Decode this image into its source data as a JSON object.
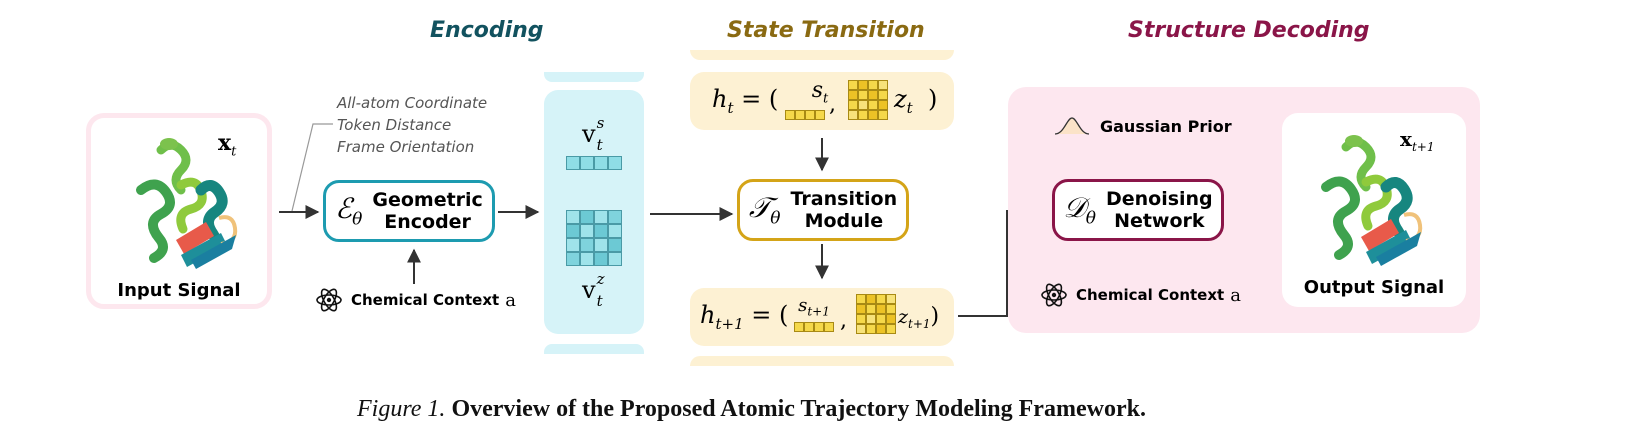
{
  "sections": {
    "encoding": {
      "title": "Encoding",
      "color": "#12525f"
    },
    "transition": {
      "title": "State Transition",
      "color": "#8a6a12"
    },
    "decoding": {
      "title": "Structure Decoding",
      "color": "#8a1548"
    }
  },
  "input": {
    "label": "Input Signal",
    "var": "x",
    "sub": "t"
  },
  "output": {
    "label": "Output Signal",
    "var": "x",
    "sub": "t+1"
  },
  "annotation": {
    "lines": [
      "All-atom Coordinate",
      "Token Distance",
      "Frame Orientation"
    ]
  },
  "encoder": {
    "symbol": "ℰ",
    "sub": "θ",
    "line1": "Geometric",
    "line2": "Encoder",
    "color": "#1d9bb0"
  },
  "context_left": {
    "label": "Chemical Context",
    "var": "a"
  },
  "context_right": {
    "label": "Chemical Context",
    "var": "a"
  },
  "latent": {
    "vs": {
      "base": "v",
      "sup": "s",
      "sub": "t"
    },
    "vz": {
      "base": "v",
      "sup": "z",
      "sub": "t"
    }
  },
  "state_top": {
    "h": "h",
    "h_sub": "t",
    "s": "s",
    "s_sub": "t",
    "z": "z",
    "z_sub": "t"
  },
  "state_bottom": {
    "h": "h",
    "h_sub": "t+1",
    "s": "s",
    "s_sub": "t+1",
    "z": "z",
    "z_sub": "t+1"
  },
  "transition": {
    "symbol": "𝒯",
    "sub": "θ",
    "line1": "Transition",
    "line2": "Module",
    "color": "#d4a418"
  },
  "gaussian": {
    "label": "Gaussian Prior"
  },
  "denoiser": {
    "symbol": "𝒟",
    "sub": "θ",
    "line1": "Denoising",
    "line2": "Network",
    "color": "#8a1548"
  },
  "caption": {
    "prefix": "Figure 1.",
    "text": "Overview of the Proposed Atomic Trajectory Modeling Framework."
  }
}
